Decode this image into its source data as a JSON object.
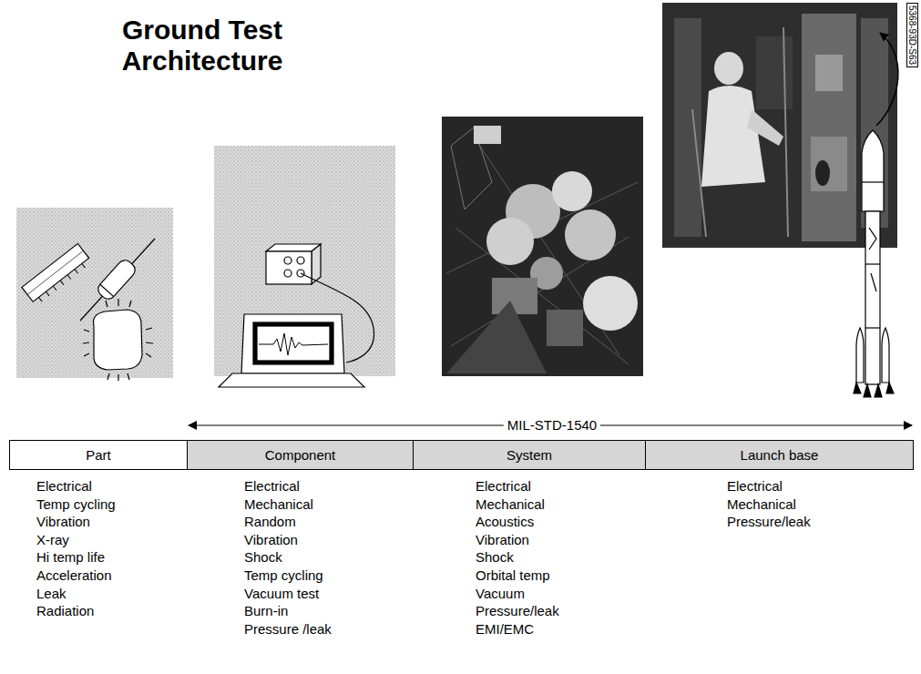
{
  "diagram": {
    "title": "Ground Test Architecture",
    "nodes": [
      {
        "text": [
          "Part"
        ]
      },
      {
        "text": [
          "Component"
        ]
      },
      {
        "text": [
          "System"
        ]
      },
      {
        "text": [
          "Launch base"
        ]
      }
    ],
    "labels": [
      "MIL-STD-1540",
      "Electrical",
      "Temp cycling",
      "Vibration",
      "X-ray",
      "Hi temp life",
      "Acceleration",
      "Leak",
      "Radiation",
      "Electrical",
      "Mechanical",
      "Random",
      "Vibration",
      "Shock",
      "Temp cycling",
      "Vacuum test",
      "Burn-in",
      "Pressure /leak",
      "Electrical",
      "Mechanical",
      "Acoustics",
      "Vibration",
      "Shock",
      "Orbital temp",
      "Vacuum",
      "Pressure/leak",
      "EMI/EMC",
      "Electrical",
      "Mechanical",
      "Pressure/leak",
      "5368-93D-S63"
    ]
  }
}
